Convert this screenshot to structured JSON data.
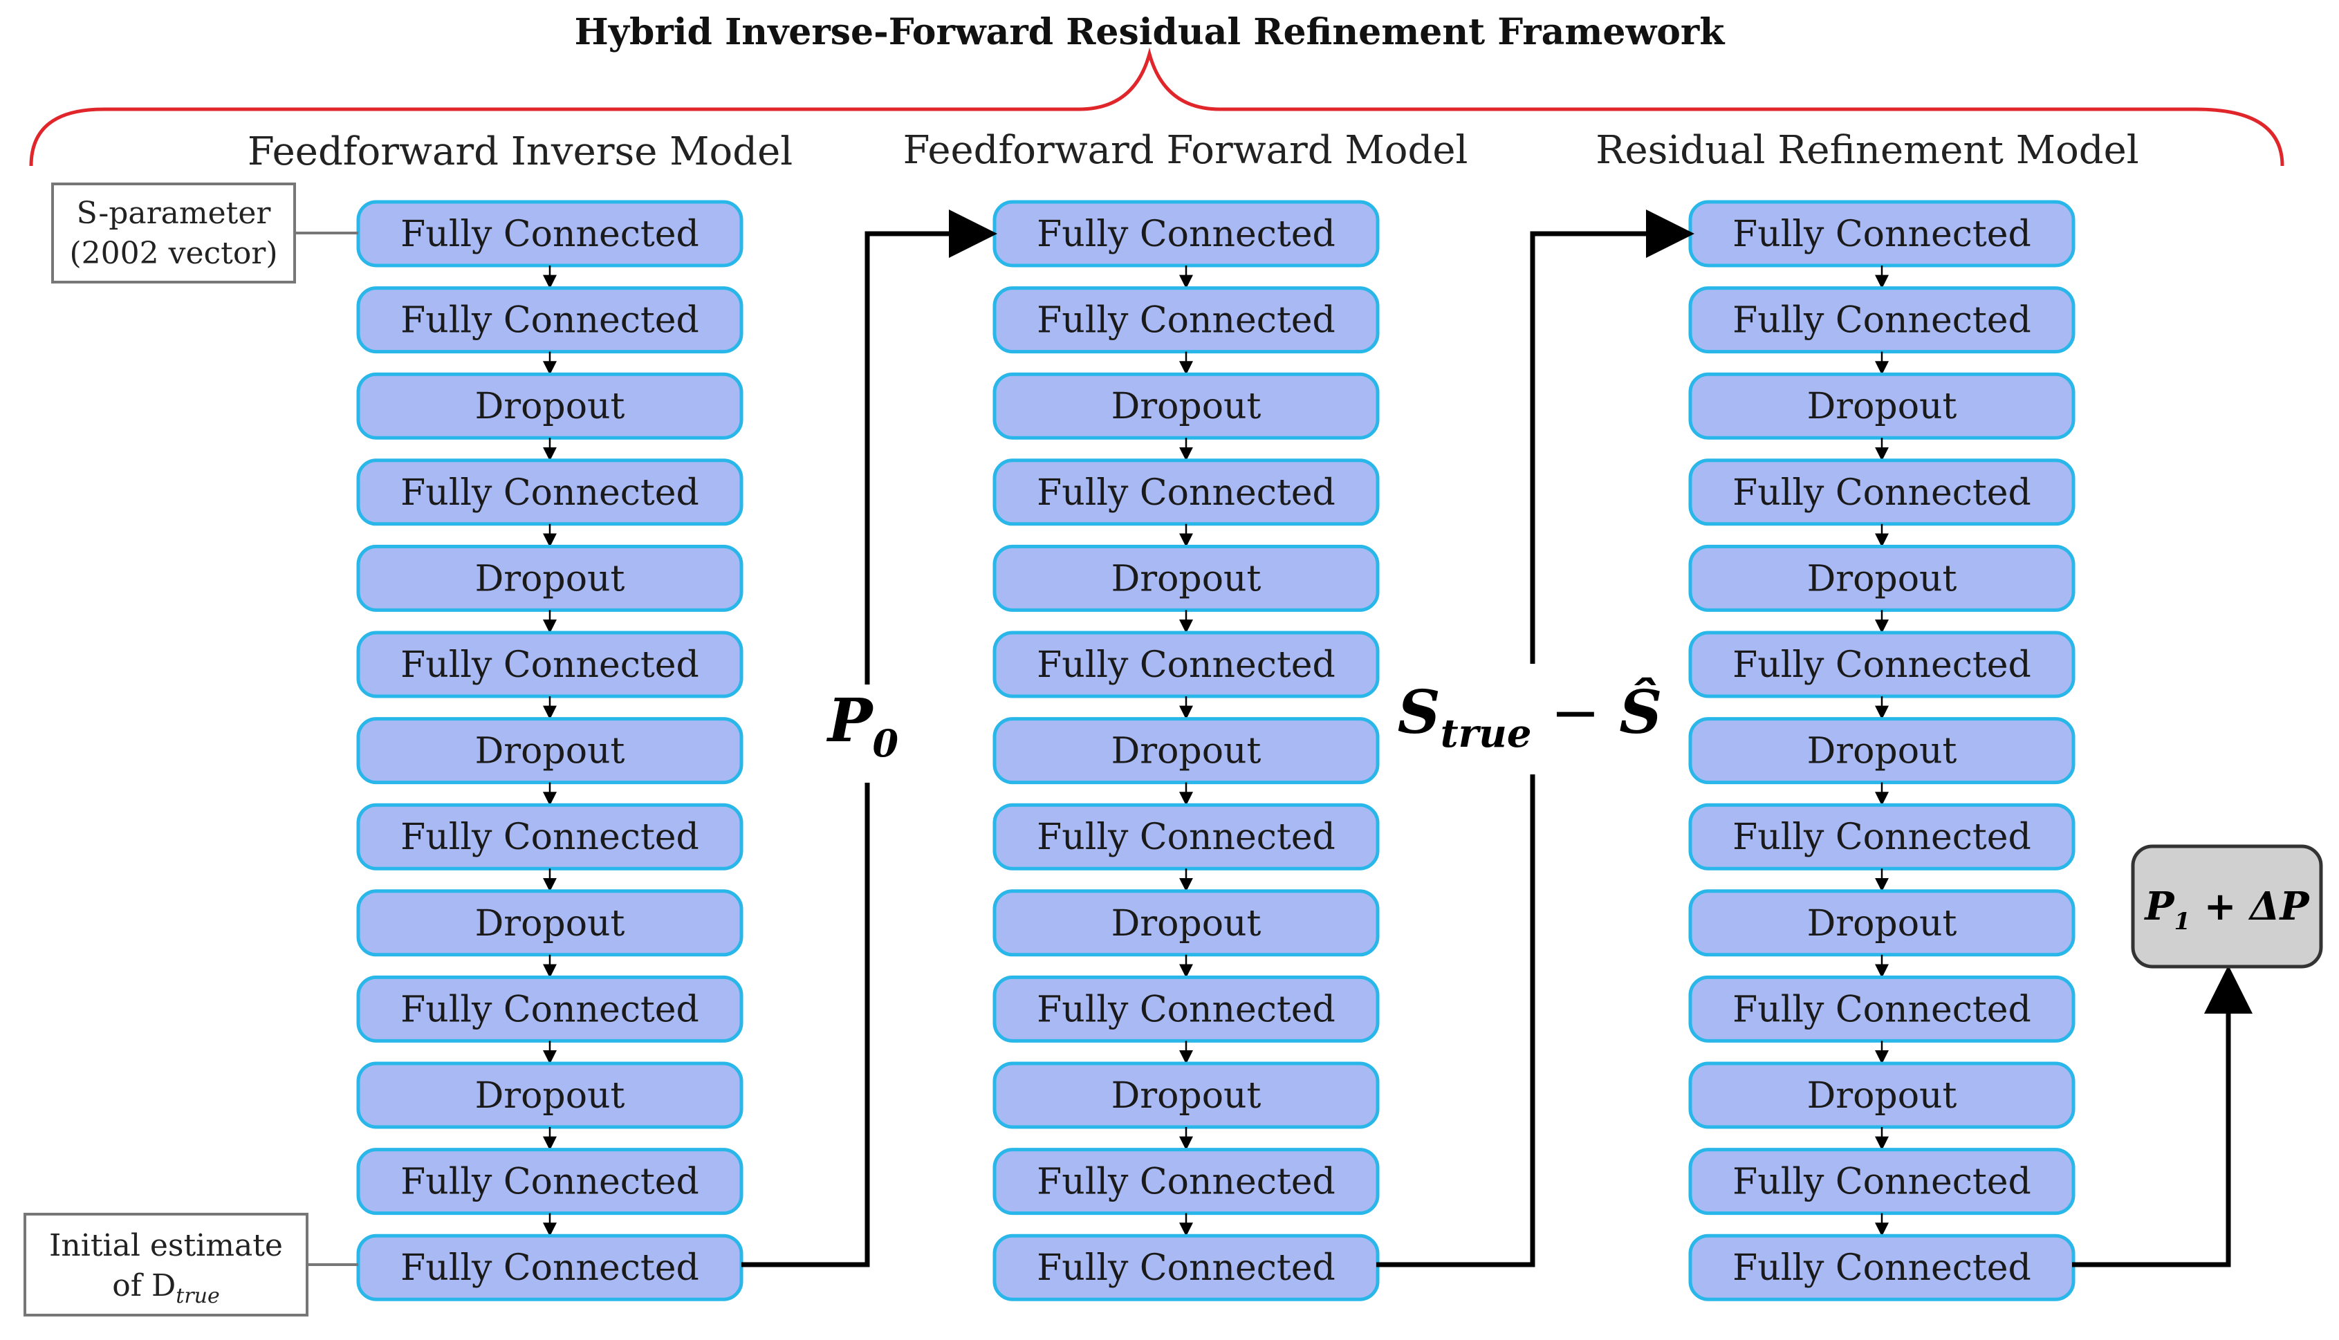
{
  "title": "Hybrid Inverse-Forward Residual Refinement Framework",
  "colors": {
    "brace": "#e0262a",
    "layer_fill": "#a9b9f3",
    "layer_stroke": "#29b6e8",
    "arrow": "#000000",
    "output_fill": "#d0d0d0"
  },
  "columns": [
    {
      "heading": "Feedforward Inverse Model",
      "layers": [
        "Fully Connected",
        "Fully Connected",
        "Dropout",
        "Fully Connected",
        "Dropout",
        "Fully Connected",
        "Dropout",
        "Fully Connected",
        "Dropout",
        "Fully Connected",
        "Dropout",
        "Fully Connected",
        "Fully Connected"
      ]
    },
    {
      "heading": "Feedforward Forward Model",
      "layers": [
        "Fully Connected",
        "Fully Connected",
        "Dropout",
        "Fully Connected",
        "Dropout",
        "Fully Connected",
        "Dropout",
        "Fully Connected",
        "Dropout",
        "Fully Connected",
        "Dropout",
        "Fully Connected",
        "Fully Connected"
      ]
    },
    {
      "heading": "Residual Refinement Model",
      "layers": [
        "Fully Connected",
        "Fully Connected",
        "Dropout",
        "Fully Connected",
        "Dropout",
        "Fully Connected",
        "Dropout",
        "Fully Connected",
        "Dropout",
        "Fully Connected",
        "Dropout",
        "Fully Connected",
        "Fully Connected"
      ]
    }
  ],
  "input_note": {
    "line1": "S-parameter",
    "line2": "(2002 vector)"
  },
  "output_note": {
    "line1": "Initial estimate",
    "line2_prefix": "of D",
    "line2_sub": "true"
  },
  "connector_labels": {
    "p0_main": "P",
    "p0_sub": "0",
    "res_main": "S",
    "res_sub": "true",
    "res_minus": " − ",
    "res_hat": "Ŝ"
  },
  "final_output": {
    "main": "P",
    "sub": "1",
    "rest": " + ΔP"
  }
}
